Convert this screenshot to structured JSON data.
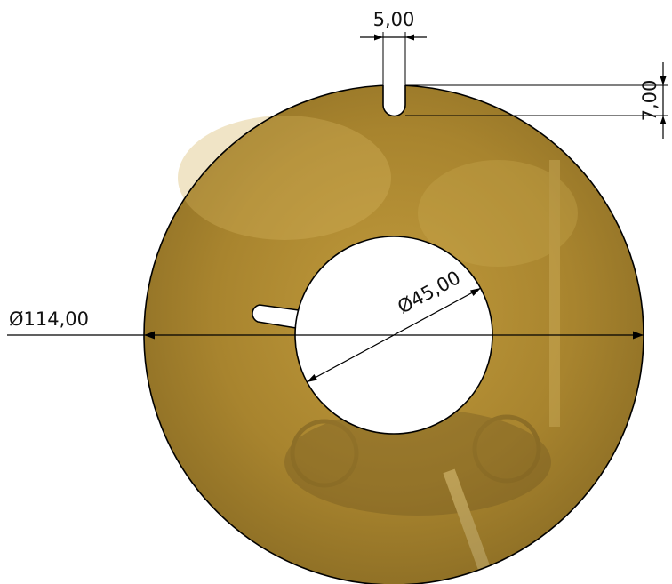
{
  "drawing": {
    "title": "",
    "dimensions": {
      "slot_width": "5,00",
      "slot_depth": "7,00",
      "outer_diameter": "Ø114,00",
      "inner_diameter": "Ø45,00"
    },
    "colors": {
      "disc_fill": "#b08a2e",
      "disc_shadow": "#7d6222",
      "background": "#ffffff",
      "lines": "#000000"
    }
  }
}
